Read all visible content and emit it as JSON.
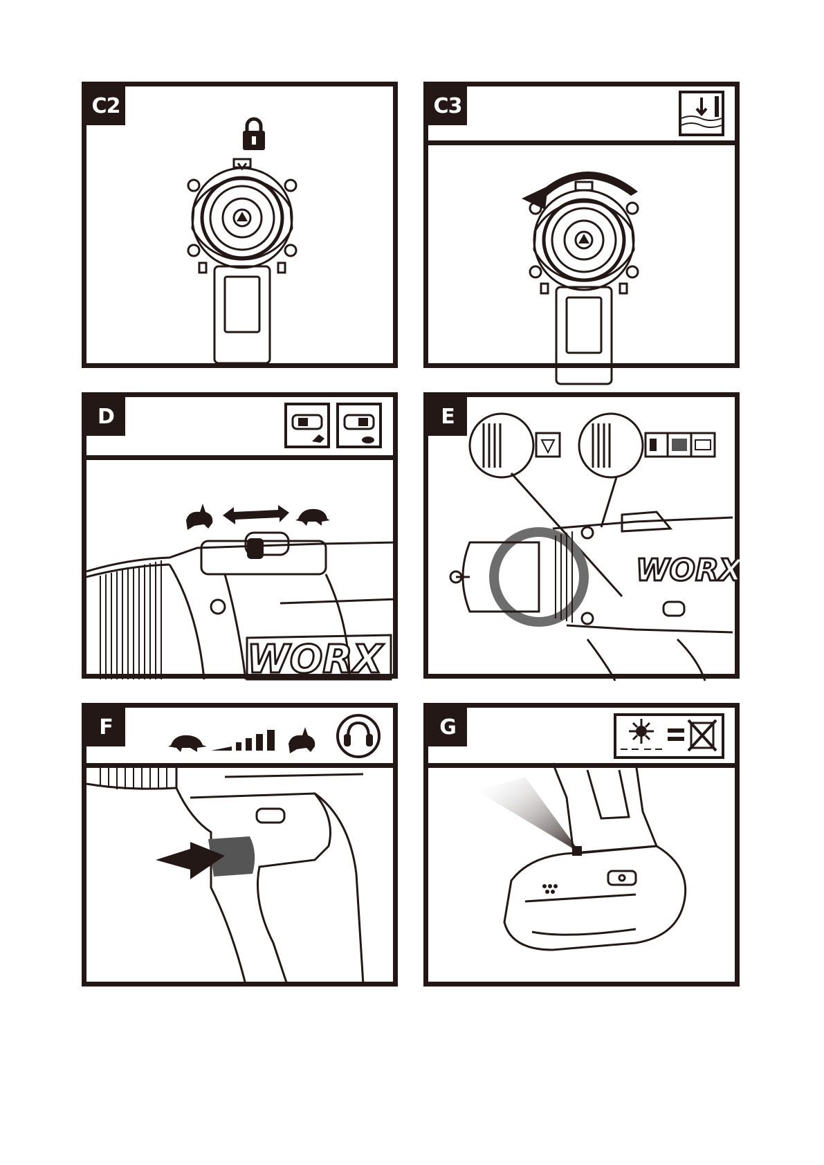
{
  "panels": [
    {
      "id": "C2",
      "label": "C2"
    },
    {
      "id": "C3",
      "label": "C3"
    },
    {
      "id": "D",
      "label": "D"
    },
    {
      "id": "E",
      "label": "E"
    },
    {
      "id": "F",
      "label": "F"
    },
    {
      "id": "G",
      "label": "G"
    }
  ],
  "brand": "WORX",
  "colors": {
    "ink": "#231815",
    "ring": "#6d6d6d",
    "paper": "#ffffff"
  },
  "icons": {
    "C2": [
      "lock-icon"
    ],
    "C3": [
      "drill-depth-icon",
      "rotate-arrow-icon"
    ],
    "D": [
      "gear-high-speed-icon",
      "gear-low-speed-icon",
      "rabbit-icon",
      "double-arrow-icon",
      "turtle-icon"
    ],
    "E": [
      "torque-screw-icon",
      "drill-materials-icon"
    ],
    "F": [
      "turtle-icon",
      "speed-ramp-icon",
      "rabbit-icon",
      "ear-protection-icon",
      "push-arrow-icon"
    ],
    "G": [
      "led-light-icon",
      "equals-icon",
      "no-bin-icon"
    ]
  }
}
